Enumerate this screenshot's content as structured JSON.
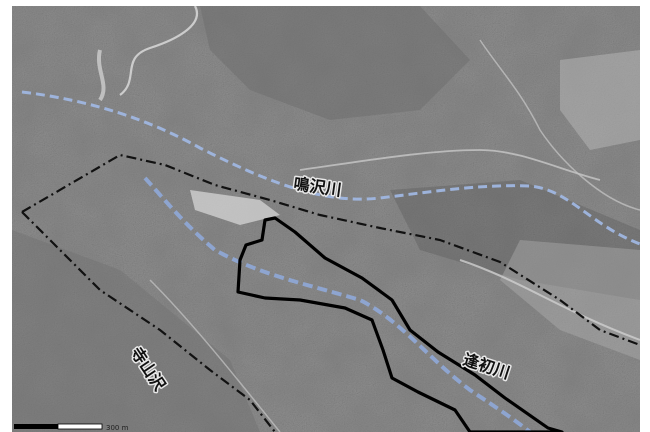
{
  "map": {
    "labels": {
      "river_narusawa": "鳴沢川",
      "river_ouhatsu": "逢初川",
      "valley_terayama": "寺山沢"
    },
    "scale_bar": {
      "text": "300 m"
    },
    "colors": {
      "terrain_base": "#8c8c8c",
      "terrain_dark": "#5a5a5a",
      "terrain_light": "#bdbdbd",
      "stream_line": "#9fb6e0",
      "boundary_line": "#111111",
      "outline": "#000000",
      "frame": "#ffffff"
    }
  }
}
